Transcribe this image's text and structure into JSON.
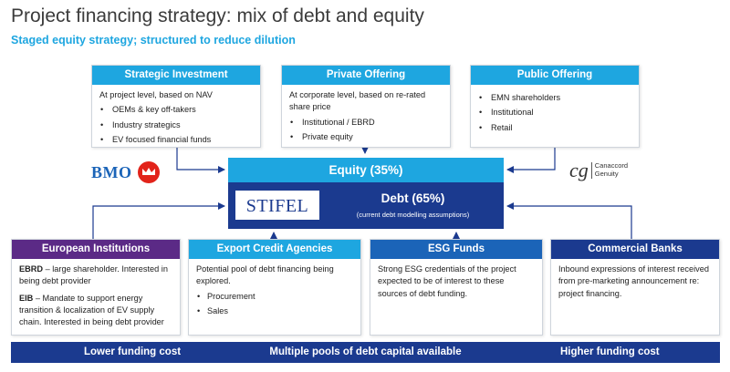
{
  "header": {
    "title": "Project financing strategy: mix of debt and equity",
    "subtitle": "Staged equity strategy; structured to reduce dilution"
  },
  "top_cards": [
    {
      "title": "Strategic Investment",
      "intro": "At project level, based on NAV",
      "items": [
        "OEMs & key off-takers",
        "Industry strategics",
        "EV focused financial funds"
      ]
    },
    {
      "title": "Private Offering",
      "intro": "At corporate level, based on re-rated share price",
      "items": [
        "Institutional / EBRD",
        "Private equity"
      ]
    },
    {
      "title": "Public Offering",
      "intro": "",
      "items": [
        "EMN shareholders",
        "Institutional",
        "Retail"
      ]
    }
  ],
  "center": {
    "equity_label": "Equity (35%)",
    "debt_label": "Debt (65%)",
    "debt_note": "(current debt modelling assumptions)",
    "stifel_logo": "STIFEL"
  },
  "logos": {
    "bmo": "BMO",
    "canaccord_mark": "cg",
    "canaccord_line1": "Canaccord",
    "canaccord_line2": "Genuity"
  },
  "bottom_cards": [
    {
      "title": "European Institutions",
      "color": "#5b2a86",
      "p1_bold": "EBRD",
      "p1_text": " – large shareholder. Interested in being debt provider",
      "p2_bold": "EIB",
      "p2_text": " – Mandate to support energy transition & localization of EV supply chain. Interested in being debt provider"
    },
    {
      "title": "Export Credit Agencies",
      "color": "#1ea6e0",
      "text": "Potential pool of debt financing being explored.",
      "items": [
        "Procurement",
        "Sales"
      ]
    },
    {
      "title": "ESG Funds",
      "color": "#1b64b8",
      "text": "Strong ESG credentials of the project expected to be of interest to these sources of debt funding."
    },
    {
      "title": "Commercial Banks",
      "color": "#1b3a8f",
      "text": "Inbound expressions of interest received from pre-marketing announcement re: project financing."
    }
  ],
  "banner": {
    "left": "Lower funding cost",
    "center": "Multiple pools of debt capital available",
    "right": "Higher funding cost"
  },
  "colors": {
    "accent_cyan": "#1ea6e0",
    "navy": "#1b3a8f",
    "purple": "#5b2a86",
    "mid_blue": "#1b64b8",
    "bmo_red": "#e2231a"
  }
}
